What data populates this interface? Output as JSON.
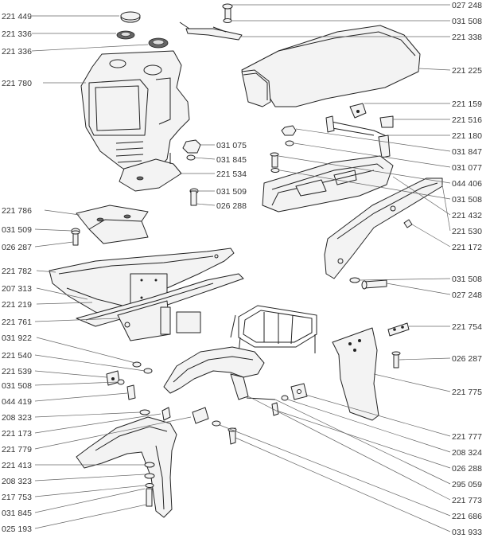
{
  "diagram": {
    "labels_left": [
      "221 449",
      "221 336",
      "221 336",
      "221 780",
      "221 786",
      "031 509",
      "026 287",
      "221 782",
      "207 313",
      "221 219",
      "221 761",
      "031 922",
      "221 540",
      "221 539",
      "031 508",
      "044 419",
      "208 323",
      "221 173",
      "221 779",
      "221 413",
      "208 323",
      "217 753",
      "031 845",
      "025 193"
    ],
    "labels_right": [
      "027 248",
      "031 508",
      "221 338",
      "221 225",
      "221 159",
      "221 516",
      "221 180",
      "031 847",
      "031 077",
      "044 406",
      "031 508",
      "221 432",
      "221 530",
      "221 172",
      "031 508",
      "027 248",
      "221 754",
      "026 287",
      "221 775",
      "221 777",
      "208 324",
      "026 288",
      "295 059",
      "221 773",
      "221 686",
      "031 933"
    ],
    "labels_center": [
      "031 075",
      "031 845",
      "221 534",
      "031 509",
      "026 288"
    ]
  }
}
